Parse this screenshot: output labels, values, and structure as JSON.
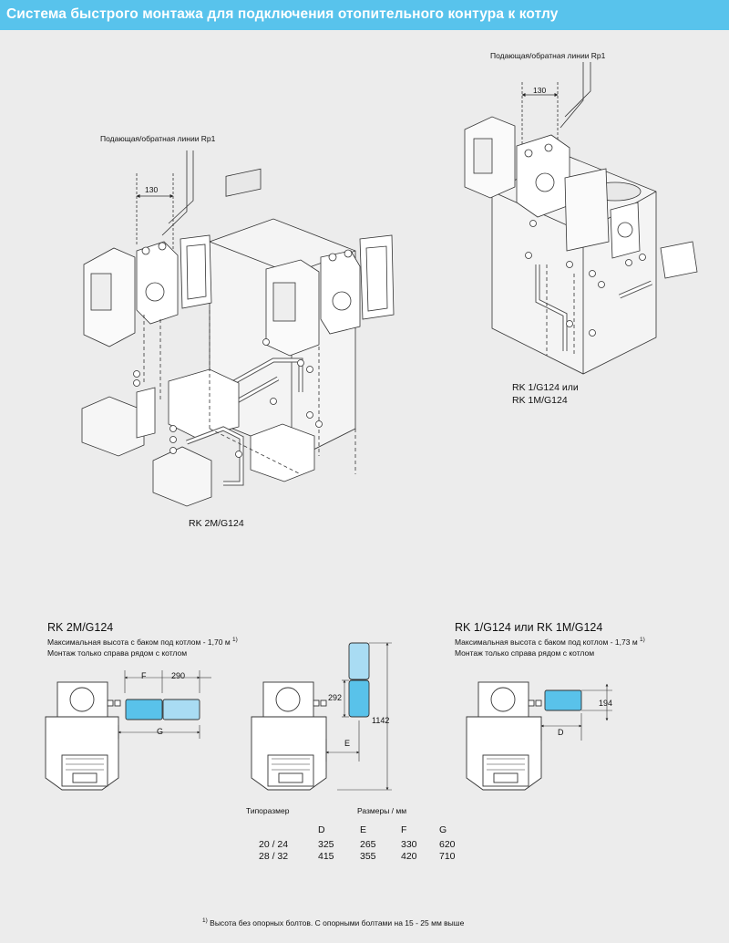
{
  "header": {
    "title": "Система быстрого монтажа для подключения отопительного контура к котлу"
  },
  "diagram_left": {
    "line_label": "Подающая/обратная линии Rp1",
    "dim_130": "130",
    "model": "RK 2M/G124"
  },
  "diagram_right": {
    "line_label": "Подающая/обратная линии Rp1",
    "dim_130": "130",
    "model_line1": "RK 1/G124 или",
    "model_line2": "RK 1M/G124"
  },
  "section_left": {
    "title": "RK 2M/G124",
    "max_height": "Максимальная высота с баком под котлом  - 1,70 м",
    "footnote_mark": "1)",
    "mount": "Монтаж только справа рядом с котлом",
    "dim_F": "F",
    "dim_290": "290",
    "dim_G": "G"
  },
  "section_middle": {
    "dim_292": "292",
    "dim_1142": "1142",
    "dim_E": "E"
  },
  "section_right": {
    "title": "RK 1/G124 или RK 1M/G124",
    "max_height": "Максимальная высота с баком под котлом  - 1,73 м",
    "footnote_mark": "1)",
    "mount": "Монтаж только справа рядом с котлом",
    "dim_194": "194",
    "dim_D": "D"
  },
  "table": {
    "col_size": "Типоразмер",
    "col_dims": "Размеры / мм",
    "letters": [
      "D",
      "E",
      "F",
      "G"
    ],
    "rows": [
      {
        "size": "20 / 24",
        "vals": [
          "325",
          "265",
          "330",
          "620"
        ]
      },
      {
        "size": "28 / 32",
        "vals": [
          "415",
          "355",
          "420",
          "710"
        ]
      }
    ]
  },
  "footnote": {
    "mark": "1)",
    "text": "Высота без опорных болтов. С опорными болтами на 15 - 25 мм выше"
  },
  "colors": {
    "header": "#58c3ec",
    "module": "#59c2ea",
    "module_light": "#a9dcf3"
  }
}
